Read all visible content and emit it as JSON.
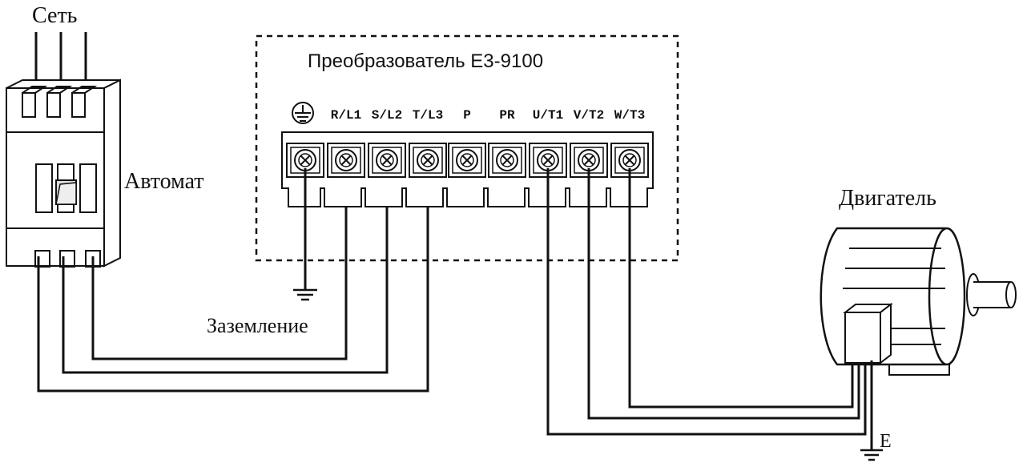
{
  "labels": {
    "network": "Сеть",
    "breaker": "Автомат",
    "converter": "Преобразователь E3-9100",
    "motor": "Двигатель",
    "ground": "Заземление",
    "motor_ground": "E"
  },
  "terminals": [
    {
      "id": "ground",
      "label": ""
    },
    {
      "id": "rl1",
      "label": "R/L1"
    },
    {
      "id": "sl2",
      "label": "S/L2"
    },
    {
      "id": "tl3",
      "label": "T/L3"
    },
    {
      "id": "p",
      "label": "P"
    },
    {
      "id": "pr",
      "label": "PR"
    },
    {
      "id": "ut1",
      "label": "U/T1"
    },
    {
      "id": "vt2",
      "label": "V/T2"
    },
    {
      "id": "wt3",
      "label": "W/T3"
    }
  ],
  "icons": {
    "ground": "ground-icon",
    "terminal_screw": "screw-icon"
  }
}
